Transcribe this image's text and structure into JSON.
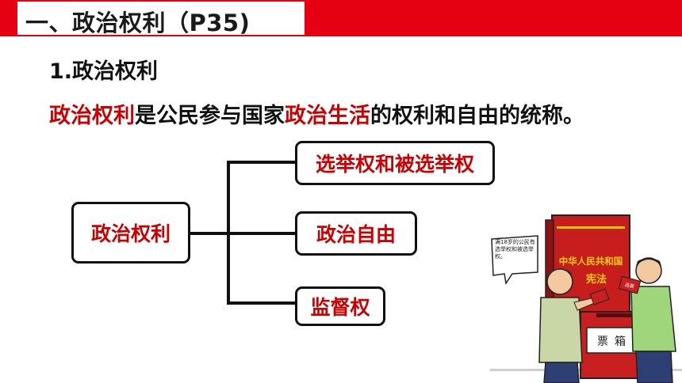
{
  "header": {
    "title": "一、政治权利（P35)"
  },
  "section": {
    "subtitle": "1.政治权利"
  },
  "definition": {
    "term": "政治权利",
    "part1": "是公民参与国家",
    "term2": "政治生活",
    "part2": "的权利和自由的统称。"
  },
  "diagram": {
    "root": "政治权利",
    "children": [
      "选举权和被选举权",
      "政治自由",
      "监督权"
    ]
  },
  "illustration": {
    "book_title": "中华人民共和国",
    "book_subtitle": "宪法",
    "ballot_box_label": "票箱",
    "speech_bubble": "满18岁的公民有选举权和被选举权。",
    "ballot_mark": "选票"
  },
  "colors": {
    "header_bar": "#e50012",
    "accent_text": "#cc0000"
  }
}
